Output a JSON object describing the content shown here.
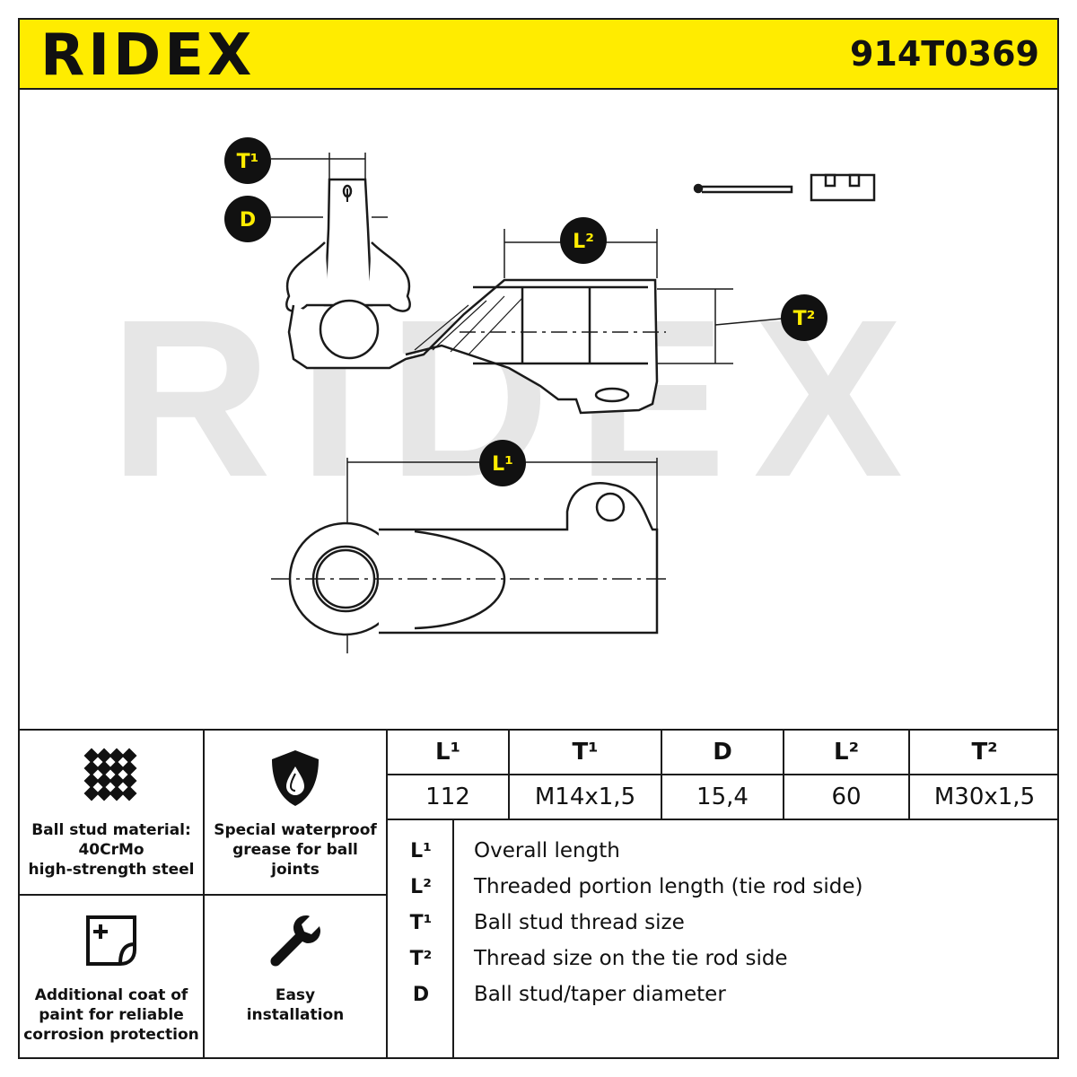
{
  "header": {
    "brand": "RIDEX",
    "part_number": "914T0369"
  },
  "drawing": {
    "labels": [
      "T¹",
      "D",
      "L²",
      "T²",
      "L¹"
    ],
    "watermark": "RIDEX"
  },
  "features": [
    {
      "icon": "grid-dots-icon",
      "text": "Ball stud material:\n40CrMo\nhigh-strength steel"
    },
    {
      "icon": "oil-drop-shield-icon",
      "text": "Special waterproof\ngrease for ball\njoints"
    },
    {
      "icon": "paint-coat-icon",
      "text": "Additional coat of\npaint for reliable\ncorrosion protection"
    },
    {
      "icon": "wrench-icon",
      "text": "Easy\ninstallation"
    }
  ],
  "specs": {
    "headers": [
      "L¹",
      "T¹",
      "D",
      "L²",
      "T²"
    ],
    "values": [
      "112",
      "M14x1,5",
      "15,4",
      "60",
      "M30x1,5"
    ]
  },
  "legend": [
    {
      "key": "L¹",
      "desc": "Overall length"
    },
    {
      "key": "L²",
      "desc": "Threaded portion length (tie rod side)"
    },
    {
      "key": "T¹",
      "desc": "Ball stud thread size"
    },
    {
      "key": "T²",
      "desc": "Thread size on the tie rod side"
    },
    {
      "key": "D",
      "desc": "Ball stud/taper diameter"
    }
  ],
  "colors": {
    "header_bg": "#ffec00",
    "line": "#1a1a1a",
    "watermark": "#e6e6e6"
  }
}
